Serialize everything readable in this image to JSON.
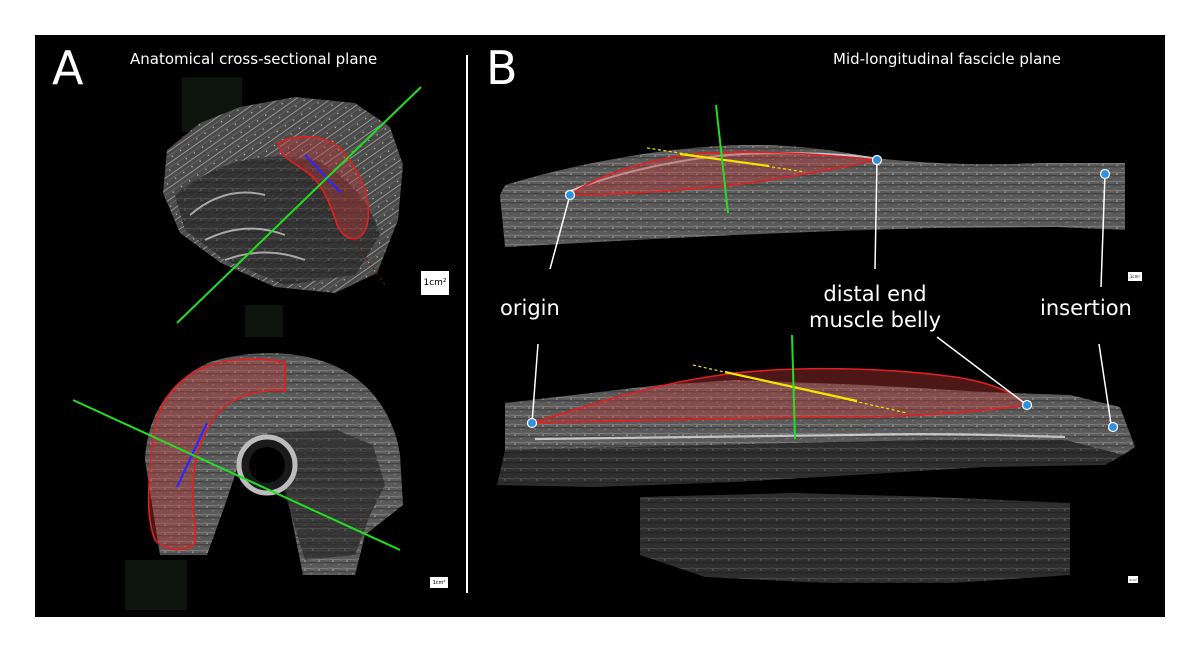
{
  "panels": {
    "a": {
      "letter": "A",
      "title": "Anatomical cross-sectional plane",
      "scale_top": "1cm²",
      "scale_bottom": "1cm²"
    },
    "b": {
      "letter": "B",
      "title": "Mid-longitudinal fascicle plane",
      "scale_top": "1cm²",
      "scale_bottom": "1cm²"
    }
  },
  "landmarks": {
    "origin": "origin",
    "distal_line1": "distal end",
    "distal_line2": "muscle belly",
    "insertion": "insertion"
  },
  "colors": {
    "background": "#000000",
    "muscle_outline": "#e02020",
    "muscle_fill": "#c03a3a",
    "plane_line": "#22dd22",
    "fascicle_line": "#f2e600",
    "cross_section_line": "#2a2aff",
    "landmark_dot": "#2f8fe0",
    "annotation": "#ffffff"
  }
}
